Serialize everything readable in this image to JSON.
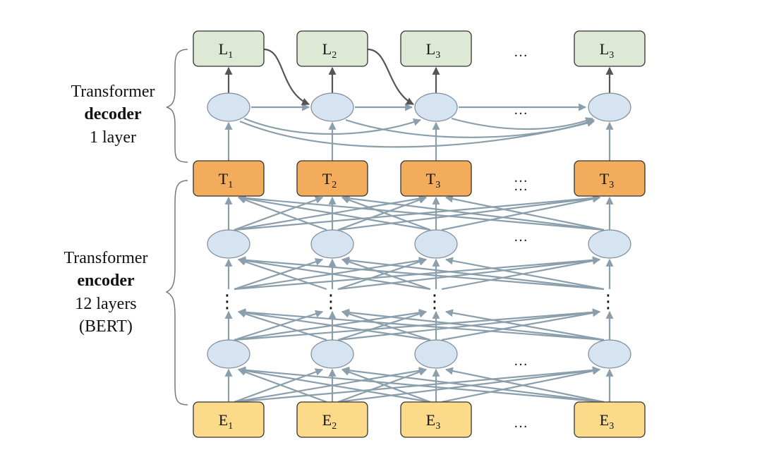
{
  "labels": {
    "decoder": {
      "line1": "Transformer",
      "line2": "decoder",
      "line3": "1 layer"
    },
    "encoder": {
      "line1": "Transformer",
      "line2": "encoder",
      "line3": "12 layers",
      "line4": "(BERT)"
    }
  },
  "rows": {
    "outputs": [
      {
        "base": "L",
        "sub": "1"
      },
      {
        "base": "L",
        "sub": "2"
      },
      {
        "base": "L",
        "sub": "3"
      },
      {
        "base": "L",
        "sub": "3"
      }
    ],
    "tokens": [
      {
        "base": "T",
        "sub": "1"
      },
      {
        "base": "T",
        "sub": "2"
      },
      {
        "base": "T",
        "sub": "3"
      },
      {
        "base": "T",
        "sub": "3"
      }
    ],
    "embeddings": [
      {
        "base": "E",
        "sub": "1"
      },
      {
        "base": "E",
        "sub": "2"
      },
      {
        "base": "E",
        "sub": "3"
      },
      {
        "base": "E",
        "sub": "3"
      }
    ]
  },
  "ellipsis": "…",
  "vdots": "⋮",
  "colors": {
    "output_fill": "#dde9d5",
    "token_fill": "#f3ac5c",
    "embed_fill": "#fbdb8a",
    "node_fill": "#d6e3f1",
    "edge": "#8a9eac",
    "dark_edge": "#555555"
  }
}
